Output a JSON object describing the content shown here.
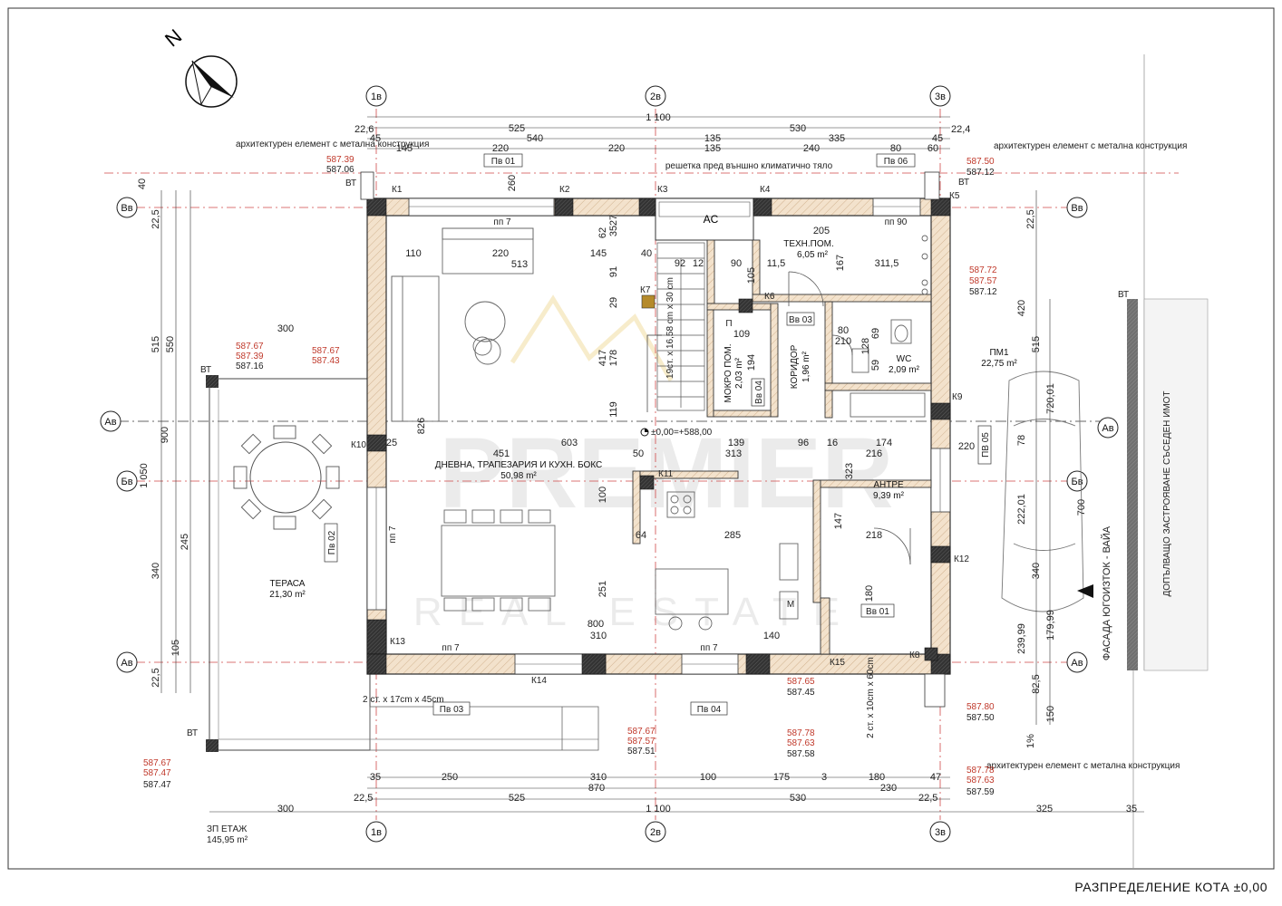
{
  "north": "N",
  "grid_axes": {
    "top": [
      "1в",
      "2в",
      "3в"
    ],
    "bottom": [
      "1в",
      "2в",
      "3в"
    ],
    "left": [
      "Вв",
      "Бв",
      "Ав",
      "Ав"
    ],
    "right": [
      "Вв",
      "Бв",
      "Ав",
      "Ав"
    ]
  },
  "dims_top": {
    "row1": [
      "22,6",
      "1 100",
      "22,4"
    ],
    "row2": [
      "525",
      "530"
    ],
    "row3": [
      "45",
      "540",
      "135",
      "335",
      "45"
    ],
    "row4": [
      "145",
      "220",
      "220",
      "135",
      "240",
      "80",
      "60"
    ]
  },
  "dims_bottom": {
    "row1": [
      "35",
      "250",
      "310",
      "100",
      "175",
      "3",
      "180",
      "47"
    ],
    "row2": [
      "22,5",
      "870",
      "230",
      "22,5"
    ],
    "row3": [
      "525",
      "530"
    ],
    "row4": [
      "300",
      "1 100",
      "325",
      "35"
    ]
  },
  "dims_left": [
    "40",
    "22,5",
    "515",
    "550",
    "300",
    "900",
    "1 050",
    "245",
    "340",
    "105",
    "22,5"
  ],
  "dims_right": [
    "22,5",
    "420",
    "515",
    "720,01",
    "78",
    "222,01",
    "700",
    "340",
    "239,99",
    "179,99",
    "82,5",
    "150",
    "1%"
  ],
  "rooms": [
    {
      "name": "ДНЕВНА, ТРАПЕЗАРИЯ И КУХН. БОКС",
      "area": "50,98 m²"
    },
    {
      "name": "ТЕХН.ПОМ.",
      "area": "6,05 m²"
    },
    {
      "name": "WC",
      "area": "2,09 m²"
    },
    {
      "name": "КОРИДОР",
      "area": "1,96 m²"
    },
    {
      "name": "МОКРО ПОМ.",
      "area": "2,03 m²"
    },
    {
      "name": "АНТРЕ",
      "area": "9,39 m²"
    },
    {
      "name": "ТЕРАСА",
      "area": "21,30 m²"
    },
    {
      "name": "ПМ1",
      "area": "22,75 m²"
    }
  ],
  "level_mark": "±0,00=+588,00",
  "stair_note": "19ст. x 16,58 cm x 30 cm",
  "columns": [
    "К1",
    "К2",
    "К3",
    "К4",
    "К5",
    "К6",
    "К7",
    "К8",
    "К9",
    "К10",
    "К11",
    "К12",
    "К13",
    "К14",
    "К15"
  ],
  "openings": [
    "Пв 01",
    "Пв 06",
    "Пв 02",
    "Пв 03",
    "Пв 04",
    "ПВ 05",
    "Вв 01",
    "Вв 03",
    "Вв 04",
    "AC",
    "П",
    "М",
    "пп 7",
    "пп 90"
  ],
  "inner_dims": [
    "110",
    "220",
    "513",
    "145",
    "40",
    "92",
    "12",
    "90",
    "11,5",
    "311,5",
    "205",
    "167",
    "62",
    "35",
    "27",
    "91",
    "105",
    "29",
    "417",
    "178",
    "119",
    "109",
    "194",
    "826",
    "603",
    "451",
    "50",
    "139",
    "313",
    "96",
    "16",
    "174",
    "216",
    "25",
    "100",
    "64",
    "285",
    "323",
    "147",
    "218",
    "251",
    "800",
    "310",
    "140",
    "69",
    "128",
    "59",
    "210",
    "80",
    "260",
    "220",
    "180",
    "2 ст. x 17cm x 45cm",
    "2 ст. x 10cm x 60cm"
  ],
  "elevations": [
    {
      "label": "архитектурен елемент с метална конструкция",
      "red": [
        "587.39"
      ],
      "black": [
        "587.06"
      ]
    },
    {
      "label": "архитектурен елемент с метална конструкция",
      "red": [
        "587.50"
      ],
      "black": [
        "587.12"
      ]
    },
    {
      "red": [
        "587.67",
        "587.39"
      ],
      "black": [
        "587.16"
      ]
    },
    {
      "red": [
        "587.67",
        "587.43"
      ],
      "black": []
    },
    {
      "red": [
        "587.72",
        "587.57"
      ],
      "black": [
        "587.12"
      ]
    },
    {
      "red": [
        "587.65"
      ],
      "black": [
        "587.45"
      ]
    },
    {
      "red": [
        "587.80"
      ],
      "black": [
        "587.50"
      ]
    },
    {
      "red": [
        "587.67",
        "587.57"
      ],
      "black": [
        "587.51"
      ]
    },
    {
      "red": [
        "587.78",
        "587.63"
      ],
      "black": [
        "587.58"
      ]
    },
    {
      "red": [
        "587.67",
        "587.47"
      ],
      "black": [
        "587.47"
      ]
    },
    {
      "label": "архитектурен елемент с метална конструкция",
      "red": [
        "587.78",
        "587.63"
      ],
      "black": [
        "587.59"
      ]
    }
  ],
  "annotations": {
    "grill": "решетка пред външно климатично тяло",
    "bt": "ВТ",
    "facade": "ФАСАДА ЮГОИЗТОК - ВАЙА",
    "neighbor": "ДОПЪЛВАЩО ЗАСТРОЯВАНЕ СЪСЕДЕН ИМОТ",
    "zp": "ЗП ЕТАЖ",
    "zp_area": "145,95 m²",
    "title": "РАЗПРЕДЕЛЕНИЕ КОТА ±0,00"
  },
  "watermark": {
    "main": "PREMIER",
    "sub": "REAL ESTATE"
  },
  "colors": {
    "wall": "#f3e2cc",
    "hatch": "#c9a985",
    "column": "#2b2b2b",
    "red": "#c0392b",
    "axis_line": "#d04a4a"
  }
}
